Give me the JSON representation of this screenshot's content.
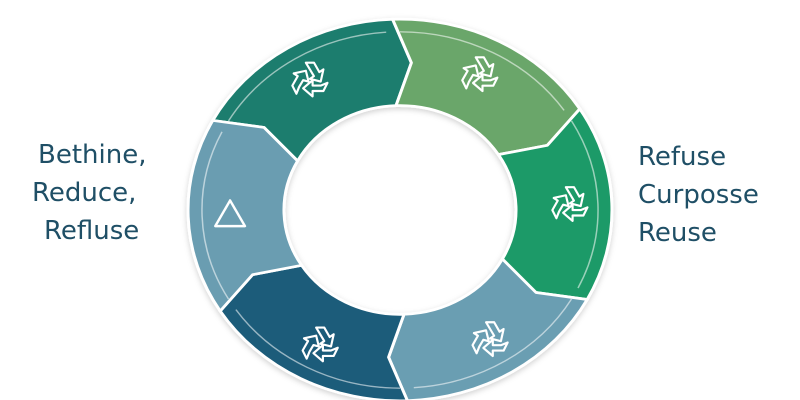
{
  "left_text": {
    "lines": [
      "Bethine,",
      "Reduce,",
      "Refluse"
    ]
  },
  "right_text": {
    "lines": [
      "Refuse",
      "Curposse",
      "Reuse"
    ]
  },
  "segments": [
    {
      "name": "top",
      "color": "#1f7d6e",
      "icon": "recycle-icon"
    },
    {
      "name": "upper-right",
      "color": "#6aa66a",
      "icon": "recycle-icon"
    },
    {
      "name": "lower-right",
      "color": "#1e9a67",
      "icon": "recycle-icon"
    },
    {
      "name": "bottom",
      "color": "#6b9eb2",
      "icon": "recycle-icon"
    },
    {
      "name": "lower-left",
      "color": "#1b5c7a",
      "icon": "recycle-icon"
    },
    {
      "name": "upper-left",
      "color": "#6a9db1",
      "icon": "triangle-arrow-icon"
    }
  ],
  "colors": {
    "text": "#1f4f66",
    "segment_border": "#ffffff",
    "background": "#ffffff"
  }
}
